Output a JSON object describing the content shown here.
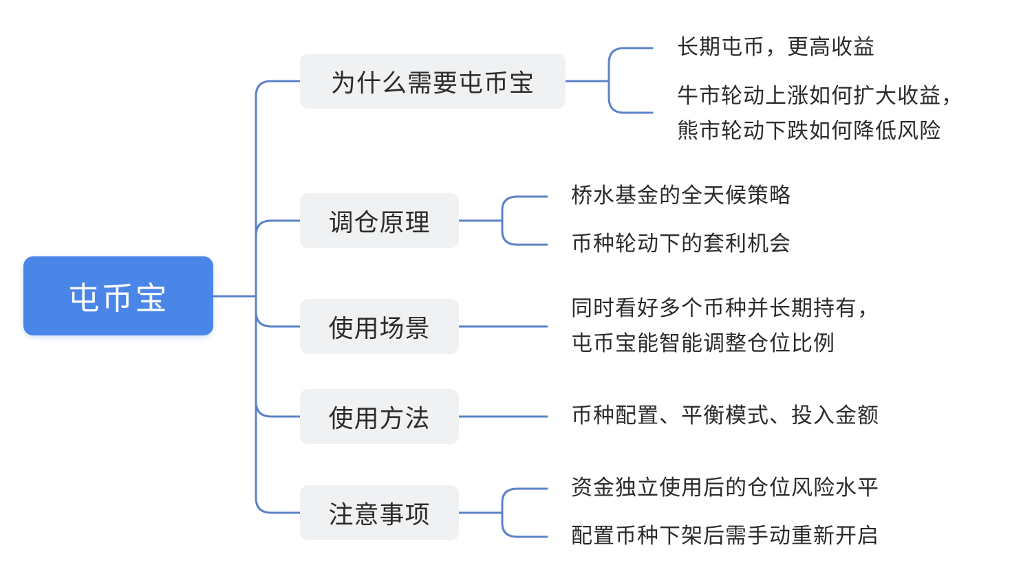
{
  "root": {
    "label": "屯币宝"
  },
  "branches": [
    {
      "label": "为什么需要屯币宝",
      "leaves": [
        {
          "lines": [
            "长期屯币，更高收益"
          ]
        },
        {
          "lines": [
            "牛市轮动上涨如何扩大收益，",
            "熊市轮动下跌如何降低风险"
          ]
        }
      ]
    },
    {
      "label": "调仓原理",
      "leaves": [
        {
          "lines": [
            "桥水基金的全天候策略"
          ]
        },
        {
          "lines": [
            "币种轮动下的套利机会"
          ]
        }
      ]
    },
    {
      "label": "使用场景",
      "leaves": [
        {
          "lines": [
            "同时看好多个币种并长期持有，",
            "屯币宝能智能调整仓位比例"
          ]
        }
      ]
    },
    {
      "label": "使用方法",
      "leaves": [
        {
          "lines": [
            "币种配置、平衡模式、投入金额"
          ]
        }
      ]
    },
    {
      "label": "注意事项",
      "leaves": [
        {
          "lines": [
            "资金独立使用后的仓位风险水平"
          ]
        },
        {
          "lines": [
            "配置币种下架后需手动重新开启"
          ]
        }
      ]
    }
  ],
  "colors": {
    "root_fill": "#4a86e8",
    "branch_fill": "#f0f1f2",
    "connector": "#5b82c8",
    "text": "#2b2b2b"
  }
}
